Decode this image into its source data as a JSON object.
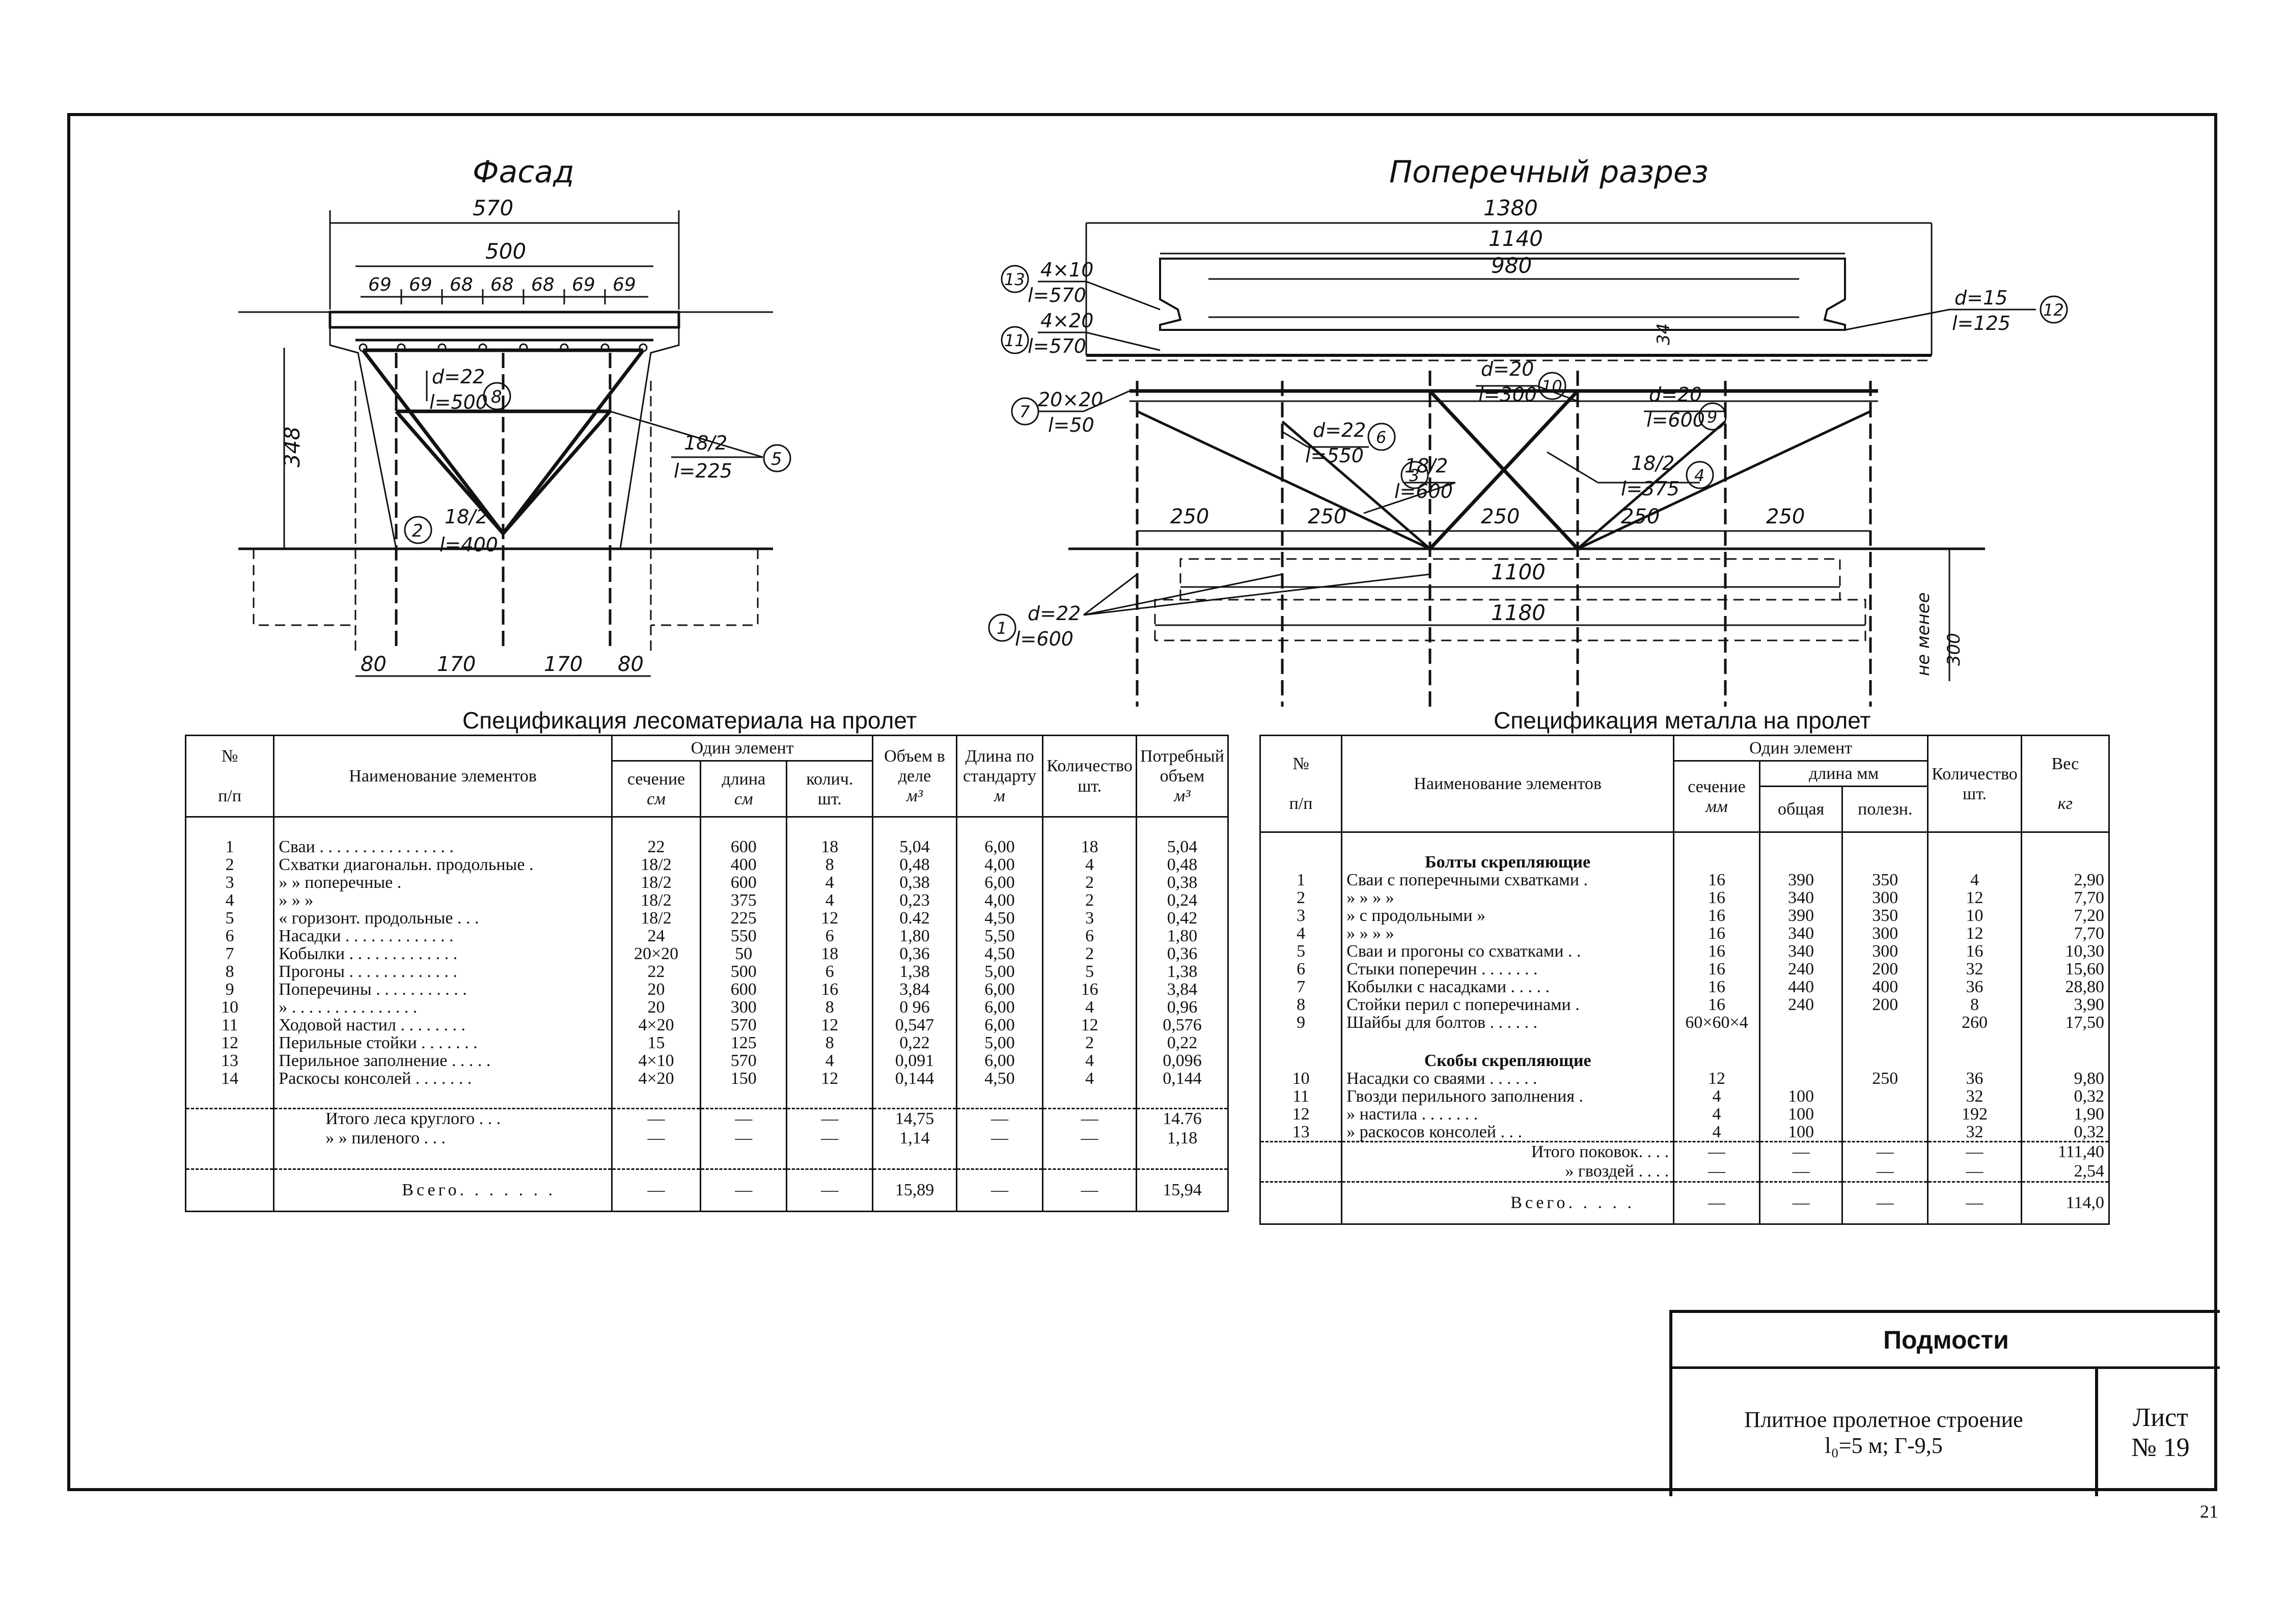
{
  "facade": {
    "title": "Фасад",
    "dims": [
      "570",
      "500",
      "69",
      "69",
      "68",
      "68",
      "68",
      "69",
      "69",
      "348",
      "80",
      "170",
      "170",
      "80"
    ],
    "labels": {
      "item8_d": "d=22",
      "item8_l": "l=500",
      "item8_no": "8",
      "item5_a": "18/2",
      "item5_l": "l=225",
      "item5_no": "5",
      "item2_a": "18/2",
      "item2_l": "l=400",
      "item2_no": "2"
    }
  },
  "section": {
    "title": "Поперечный разрез",
    "dims": [
      "1380",
      "1140",
      "980",
      "34",
      "250",
      "250",
      "250",
      "250",
      "250",
      "1100",
      "1180",
      "не менее",
      "300"
    ],
    "labels": {
      "i13_a": "4×10",
      "i13_l": "l=570",
      "i13_no": "13",
      "i11_a": "4×20",
      "i11_l": "l=570",
      "i11_no": "11",
      "i12_d": "d=15",
      "i12_l": "l=125",
      "i12_no": "12",
      "i7_a": "20×20",
      "i7_l": "l=50",
      "i7_no": "7",
      "i6_d": "d=22",
      "i6_l": "l=550",
      "i6_no": "6",
      "i10_d": "d=20",
      "i10_l": "l=300",
      "i10_no": "10",
      "i9_d": "d=20",
      "i9_l": "l=600",
      "i9_no": "9",
      "i3_a": "18/2",
      "i3_l": "l=600",
      "i3_no": "3",
      "i4_a": "18/2",
      "i4_l": "l=375",
      "i4_no": "4",
      "i1_d": "d=22",
      "i1_l": "l=600",
      "i1_no": "1"
    }
  },
  "timber_spec": {
    "title": "Спецификация лесоматериала на пролет",
    "headers": {
      "no": "№",
      "no2": "п/п",
      "name": "Наименование элементов",
      "one": "Один элемент",
      "sec": "сечение",
      "sec_u": "см",
      "len": "длина",
      "len_u": "см",
      "qty": "колич.",
      "qty_u": "шт.",
      "vol": "Объем в деле",
      "vol_u": "м³",
      "std": "Длина по стандарту",
      "std_u": "м",
      "cnt": "Количество шт.",
      "need": "Потребный объем",
      "need_u": "м³"
    },
    "rows": [
      [
        "1",
        "Сваи . . . . . . . . . . . . . . . .",
        "22",
        "600",
        "18",
        "5,04",
        "6,00",
        "18",
        "5,04"
      ],
      [
        "2",
        "Схватки диагональн. продольные .",
        "18/2",
        "400",
        "8",
        "0,48",
        "4,00",
        "4",
        "0,48"
      ],
      [
        "3",
        "»   »   поперечные .",
        "18/2",
        "600",
        "4",
        "0,38",
        "6,00",
        "2",
        "0,38"
      ],
      [
        "4",
        "»   »   »",
        "18/2",
        "375",
        "4",
        "0,23",
        "4,00",
        "2",
        "0,24"
      ],
      [
        "5",
        "« горизонт. продольные . . .",
        "18/2",
        "225",
        "12",
        "0.42",
        "4,50",
        "3",
        "0,42"
      ],
      [
        "6",
        "Насадки . . . . . . . . . . . . .",
        "24",
        "550",
        "6",
        "1,80",
        "5,50",
        "6",
        "1,80"
      ],
      [
        "7",
        "Кобылки . . . . . . . . . . . . .",
        "20×20",
        "50",
        "18",
        "0,36",
        "4,50",
        "2",
        "0,36"
      ],
      [
        "8",
        "Прогоны . . . . . . . . . . . . .",
        "22",
        "500",
        "6",
        "1,38",
        "5,00",
        "5",
        "1,38"
      ],
      [
        "9",
        "Поперечины . . . . . . . . . . .",
        "20",
        "600",
        "16",
        "3,84",
        "6,00",
        "16",
        "3,84"
      ],
      [
        "10",
        "» . . . . . . . . . . . . . . .",
        "20",
        "300",
        "8",
        "0 96",
        "6,00",
        "4",
        "0,96"
      ],
      [
        "11",
        "Ходовой настил . . . . . . . .",
        "4×20",
        "570",
        "12",
        "0,547",
        "6,00",
        "12",
        "0,576"
      ],
      [
        "12",
        "Перильные стойки . . . . . . .",
        "15",
        "125",
        "8",
        "0,22",
        "5,00",
        "2",
        "0,22"
      ],
      [
        "13",
        "Перильное заполнение . . . . .",
        "4×10",
        "570",
        "4",
        "0,091",
        "6,00",
        "4",
        "0,096"
      ],
      [
        "14",
        "Раскосы консолей . . . . . . .",
        "4×20",
        "150",
        "12",
        "0,144",
        "4,50",
        "4",
        "0,144"
      ]
    ],
    "totals": [
      [
        "Итого леса круглого . . .",
        "—",
        "—",
        "—",
        "14,75",
        "—",
        "—",
        "14.76"
      ],
      [
        "»   »   пиленого . . .",
        "—",
        "—",
        "—",
        "1,14",
        "—",
        "—",
        "1,18"
      ]
    ],
    "grand": [
      "Всего. . . . . . .",
      "—",
      "—",
      "—",
      "15,89",
      "—",
      "—",
      "15,94"
    ]
  },
  "metal_spec": {
    "title": "Спецификация металла на пролет",
    "headers": {
      "no": "№",
      "no2": "п/п",
      "name": "Наименование элементов",
      "one": "Один элемент",
      "sec": "сечение",
      "sec_u": "мм",
      "len": "длина мм",
      "total": "общая",
      "useful": "полезн.",
      "cnt": "Количество",
      "cnt_u": "шт.",
      "wt": "Вес",
      "wt_u": "кг"
    },
    "group1": "Болты скрепляющие",
    "rows1": [
      [
        "1",
        "Сваи с поперечными схватками .",
        "16",
        "390",
        "350",
        "4",
        "2,90"
      ],
      [
        "2",
        "»   »   »   »",
        "16",
        "340",
        "300",
        "12",
        "7,70"
      ],
      [
        "3",
        "»   с продольными   »",
        "16",
        "390",
        "350",
        "10",
        "7,20"
      ],
      [
        "4",
        "»   »   »   »",
        "16",
        "340",
        "300",
        "12",
        "7,70"
      ],
      [
        "5",
        "Сваи и прогоны со схватками . .",
        "16",
        "340",
        "300",
        "16",
        "10,30"
      ],
      [
        "6",
        "Стыки поперечин . . . . . . .",
        "16",
        "240",
        "200",
        "32",
        "15,60"
      ],
      [
        "7",
        "Кобылки с насадками . . . . .",
        "16",
        "440",
        "400",
        "36",
        "28,80"
      ],
      [
        "8",
        "Стойки перил с поперечинами .",
        "16",
        "240",
        "200",
        "8",
        "3,90"
      ],
      [
        "9",
        "Шайбы для болтов . . . . . .",
        "60×60×4",
        "",
        "",
        "260",
        "17,50"
      ]
    ],
    "group2": "Скобы скрепляющие",
    "rows2": [
      [
        "10",
        "Насадки со сваями . . . . . .",
        "12",
        "",
        "250",
        "36",
        "9,80"
      ],
      [
        "11",
        "Гвозди перильного заполнения .",
        "4",
        "100",
        "",
        "32",
        "0,32"
      ],
      [
        "12",
        "»   настила . . . . . . .",
        "4",
        "100",
        "",
        "192",
        "1,90"
      ],
      [
        "13",
        "»   раскосов консолей . . .",
        "4",
        "100",
        "",
        "32",
        "0,32"
      ]
    ],
    "totals": [
      [
        "Итого поковок. . . .",
        "—",
        "—",
        "—",
        "—",
        "111,40"
      ],
      [
        "»   гвоздей . . . .",
        "—",
        "—",
        "—",
        "—",
        "2,54"
      ]
    ],
    "grand": [
      "Всего. . . . .",
      "—",
      "—",
      "—",
      "—",
      "114,0"
    ]
  },
  "stamp": {
    "title": "Подмости",
    "desc1": "Плитное пролетное строение",
    "desc2": "l₀=5 м; Г-9,5",
    "sheet_label": "Лист",
    "sheet_no": "№ 19"
  },
  "page_number": "21"
}
